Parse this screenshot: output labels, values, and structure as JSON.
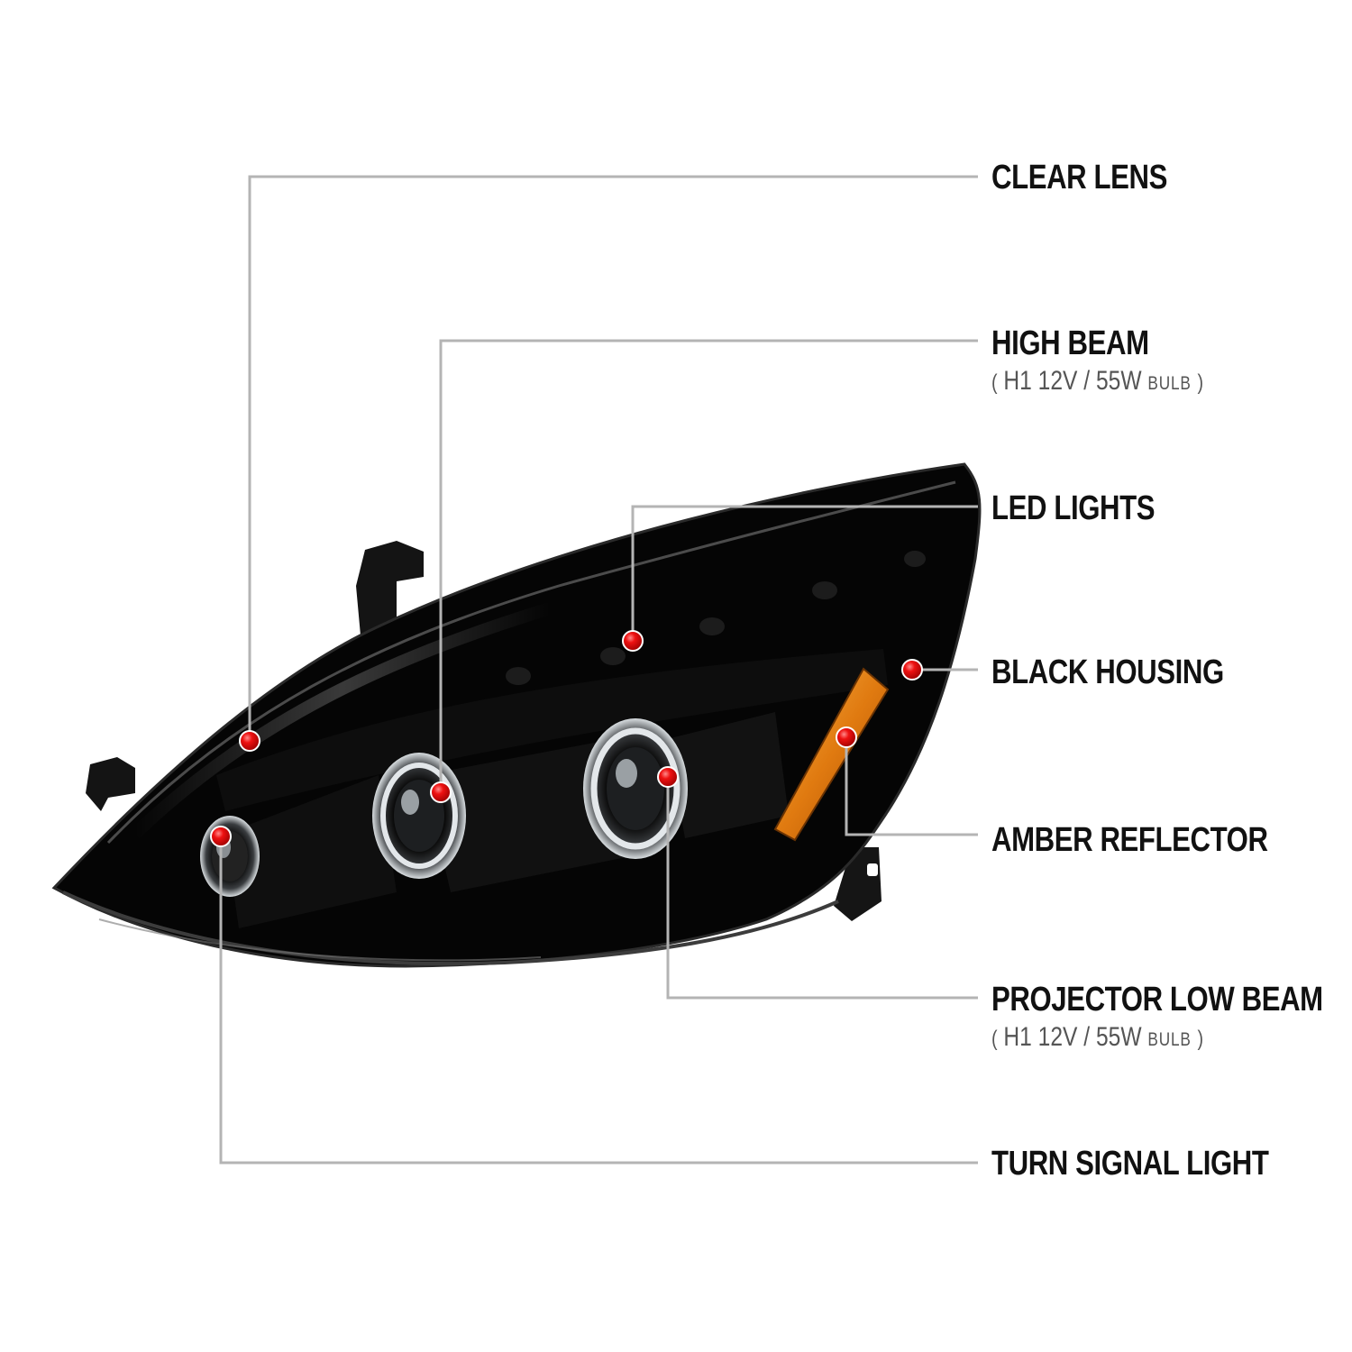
{
  "colors": {
    "leader_line": "#b4b4b4",
    "marker": "#d60000",
    "housing": "#050505",
    "amber": "#e07a10",
    "chrome": "#bfc4c8",
    "background": "#ffffff"
  },
  "callouts": [
    {
      "id": "clear-lens",
      "title": "CLEAR LENS",
      "spec": null
    },
    {
      "id": "high-beam",
      "title": "HIGH BEAM",
      "spec": {
        "open": "(",
        "value": "H1  12V / 55W",
        "unit": "BULB",
        "close": ")"
      }
    },
    {
      "id": "led-lights",
      "title": "LED LIGHTS",
      "spec": null
    },
    {
      "id": "black-housing",
      "title": "BLACK HOUSING",
      "spec": null
    },
    {
      "id": "amber-reflector",
      "title": "AMBER REFLECTOR",
      "spec": null
    },
    {
      "id": "projector-low-beam",
      "title": "PROJECTOR LOW BEAM",
      "spec": {
        "open": "(",
        "value": "H1  12V / 55W",
        "unit": "BULB",
        "close": ")"
      }
    },
    {
      "id": "turn-signal-light",
      "title": "TURN SIGNAL LIGHT",
      "spec": null
    }
  ],
  "marker_icon": "red-dot-icon",
  "product_image": "black-projector-headlight"
}
